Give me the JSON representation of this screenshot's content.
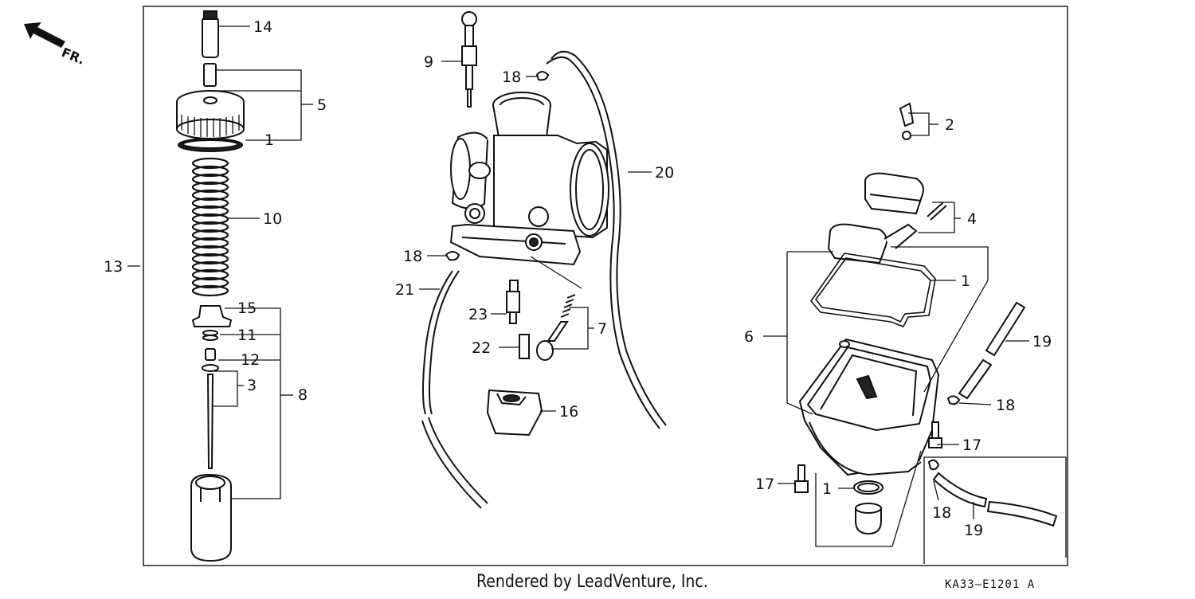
{
  "orientation": {
    "label": "FR."
  },
  "callouts": [
    "14",
    "5",
    "1",
    "10",
    "13",
    "15",
    "11",
    "12",
    "3",
    "8",
    "9",
    "18",
    "20",
    "18",
    "21",
    "23",
    "7",
    "22",
    "16",
    "2",
    "4",
    "1",
    "6",
    "19",
    "18",
    "17",
    "17",
    "1",
    "18",
    "19"
  ],
  "footer": {
    "credit": "Rendered by LeadVenture, Inc.",
    "code": "KA33–E1201 A"
  },
  "colors": {
    "ink": "#111111",
    "background": "#ffffff"
  }
}
